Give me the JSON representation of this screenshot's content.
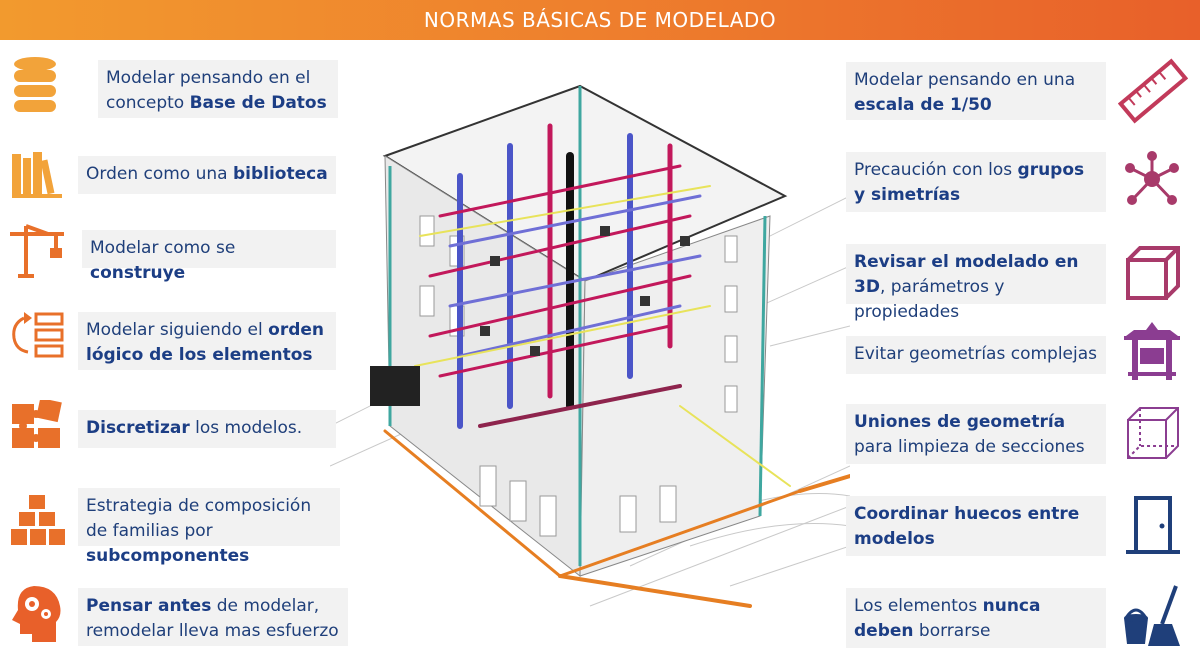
{
  "header": {
    "title": "NORMAS BÁSICAS DE MODELADO"
  },
  "colors": {
    "accent_orange": "#ee7f2d",
    "left_icon": "#e8702a",
    "right_icon": "#a83a6a",
    "text_blue": "#1f3f7a",
    "card_bg": "#f2f2f2"
  },
  "left_items": [
    {
      "icon": "database-icon",
      "pre": "Modelar pensando en el concepto ",
      "bold": "Base de Datos",
      "post": ""
    },
    {
      "icon": "books-icon",
      "pre": "Orden como una ",
      "bold": "biblioteca",
      "post": ""
    },
    {
      "icon": "crane-icon",
      "pre": "Modelar como se ",
      "bold": "construye",
      "post": ""
    },
    {
      "icon": "order-list-icon",
      "pre": "Modelar siguiendo el ",
      "bold": "orden lógico de los elementos",
      "post": ""
    },
    {
      "icon": "puzzle-icon",
      "pre": "",
      "bold": "Discretizar",
      "post": " los modelos."
    },
    {
      "icon": "boxes-icon",
      "pre": "Estrategia de composición de familias por ",
      "bold": "subcomponentes",
      "post": ""
    },
    {
      "icon": "head-gears-icon",
      "pre": "",
      "bold": "Pensar antes",
      "post": " de modelar, remodelar lleva mas esfuerzo"
    }
  ],
  "right_items": [
    {
      "icon": "ruler-icon",
      "pre": "Modelar pensando en una ",
      "bold": "escala de 1/50",
      "post": ""
    },
    {
      "icon": "network-icon",
      "pre": "Precaución con los ",
      "bold": "grupos y simetrías",
      "post": ""
    },
    {
      "icon": "cube-icon",
      "pre": "",
      "bold": "Revisar el modelado en 3D",
      "post": ", parámetros y propiedades"
    },
    {
      "icon": "pagoda-icon",
      "pre": "Evitar geometrías complejas",
      "bold": "",
      "post": ""
    },
    {
      "icon": "wire-cube-icon",
      "pre": "",
      "bold": "Uniones de geometría",
      "post": " para limpieza de secciones"
    },
    {
      "icon": "door-icon",
      "pre": "",
      "bold": "Coordinar huecos entre modelos",
      "post": ""
    },
    {
      "icon": "cleaning-icon",
      "pre": "Los elementos ",
      "bold": "nunca deben",
      "post": " borrarse"
    }
  ]
}
